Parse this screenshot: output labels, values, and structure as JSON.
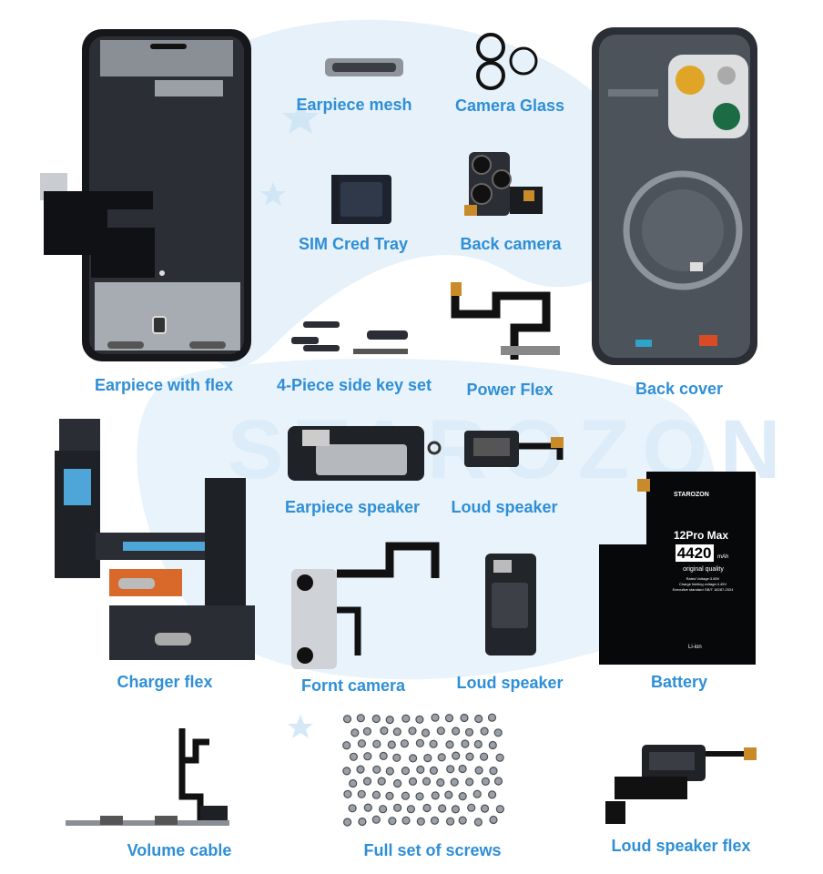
{
  "colors": {
    "caption": "#2f8fd6",
    "parts": "#1c1f24",
    "watermark": "#d7ebf7"
  },
  "watermark": {
    "text": "STAROZON"
  },
  "items": [
    {
      "label": "Earpiece with flex",
      "icon": "display-frame-icon"
    },
    {
      "label": "Earpiece mesh",
      "icon": "mesh-icon"
    },
    {
      "label": "Camera Glass",
      "icon": "camera-glass-icon"
    },
    {
      "label": "Back cover",
      "icon": "back-cover-icon"
    },
    {
      "label": "SIM Cred Tray",
      "icon": "sim-tray-icon"
    },
    {
      "label": "Back camera",
      "icon": "back-camera-icon"
    },
    {
      "label": "4-Piece side key set",
      "icon": "side-keys-icon"
    },
    {
      "label": "Power Flex",
      "icon": "power-flex-icon"
    },
    {
      "label": "Charger flex",
      "icon": "charger-flex-icon"
    },
    {
      "label": "Earpiece speaker",
      "icon": "earpiece-speaker-icon"
    },
    {
      "label": "Loud speaker",
      "icon": "loud-speaker-flex-small-icon"
    },
    {
      "label": "Battery",
      "icon": "battery-icon"
    },
    {
      "label": "Fornt camera",
      "icon": "front-camera-icon"
    },
    {
      "label": "Loud speaker",
      "icon": "loud-speaker-icon"
    },
    {
      "label": "Volume cable",
      "icon": "volume-cable-icon"
    },
    {
      "label": "Full set of screws",
      "icon": "screws-icon"
    },
    {
      "label": "Loud speaker flex",
      "icon": "loud-speaker-flex-icon"
    }
  ],
  "battery": {
    "brand": "STAROZON",
    "model": "12Pro Max",
    "capacity": "4420",
    "unit": "mAh",
    "quality": "original quality",
    "spec1": "Rated Voltage:3.85V",
    "spec2": "Charge limiting voltage:4.45V",
    "spec3": "Executive standard GB/T 18287-2024",
    "chem": "Li-ion"
  }
}
